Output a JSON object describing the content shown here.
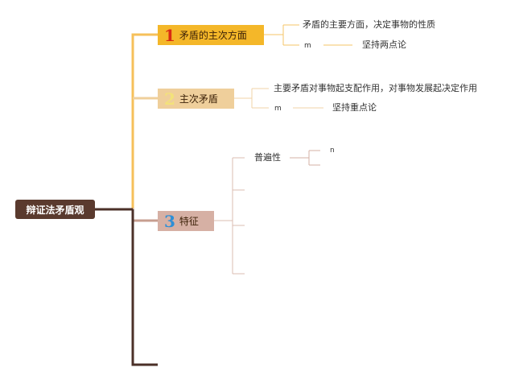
{
  "root": {
    "label": "辩证法矛盾观"
  },
  "branches": [
    {
      "number": "1",
      "label": "矛盾的主次方面",
      "children": [
        {
          "label": "矛盾的主要方面，决定事物的性质"
        },
        {
          "prefix": "m",
          "label": "坚持两点论"
        }
      ]
    },
    {
      "number": "2",
      "label": "主次矛盾",
      "children": [
        {
          "label": "主要矛盾对事物起支配作用，对事物发展起决定作用"
        },
        {
          "prefix": "m",
          "label": "坚持重点论"
        }
      ]
    },
    {
      "number": "3",
      "label": "特征",
      "children": [
        {
          "label": "普遍性",
          "children": [
            {
              "label": "n"
            }
          ]
        }
      ]
    }
  ],
  "colors": {
    "root": "#5a3a2e",
    "branch1": "#f4b729",
    "branch2": "#efcf9b",
    "branch3": "#d6b0a4",
    "num1": "#d92b12",
    "num2": "#f3e27a",
    "num3": "#2e8fd6"
  }
}
